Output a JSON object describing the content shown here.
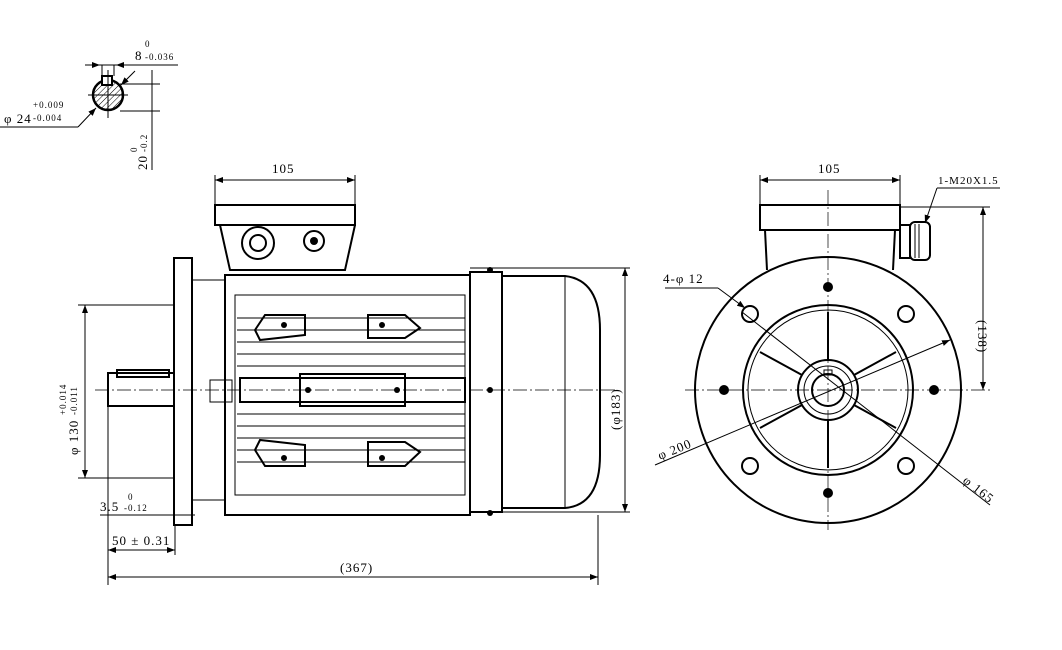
{
  "shaft_detail": {
    "key_width": "8",
    "key_width_tol_upper": "0",
    "key_width_tol_lower": "-0.036",
    "shaft_dia": "φ 24",
    "shaft_dia_tol_upper": "+0.009",
    "shaft_dia_tol_lower": "-0.004",
    "key_depth": "20",
    "key_depth_tol_upper": "0",
    "key_depth_tol_lower": "-0.2"
  },
  "side_view": {
    "terminal_box_width": "105",
    "spigot_dia": "φ 130",
    "spigot_tol_upper": "+0.014",
    "spigot_tol_lower": "-0.011",
    "spigot_depth": "3.5",
    "spigot_depth_tol_upper": "0",
    "spigot_depth_tol_lower": "-0.12",
    "shaft_length": "50 ± 0.31",
    "overall_height": "(φ183)",
    "overall_length": "(367)"
  },
  "front_view": {
    "terminal_box_width": "105",
    "cable_gland": "1-M20X1.5",
    "mount_holes": "4-φ 12",
    "height_to_center": "(138)",
    "flange_dia": "φ 200",
    "pcd": "φ 165"
  }
}
